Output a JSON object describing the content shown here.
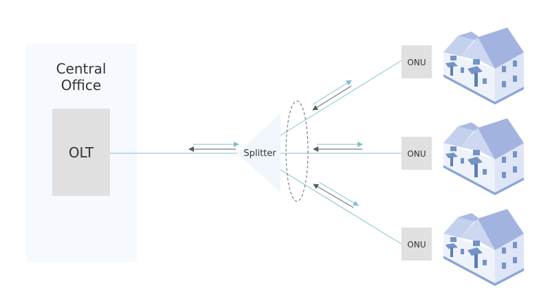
{
  "central_office": {
    "title_line1": "Central",
    "title_line2": "Office",
    "olt_label": "OLT"
  },
  "splitter": {
    "label": "Splitter"
  },
  "onus": [
    {
      "label": "ONU"
    },
    {
      "label": "ONU"
    },
    {
      "label": "ONU"
    }
  ],
  "colors": {
    "fiber": "#7fc0cf",
    "downstream_arrow": "#7fc0cf",
    "upstream_arrow": "#5a5a5a",
    "box": "#e0e0e0",
    "office_bg": "#f6f9fd"
  }
}
